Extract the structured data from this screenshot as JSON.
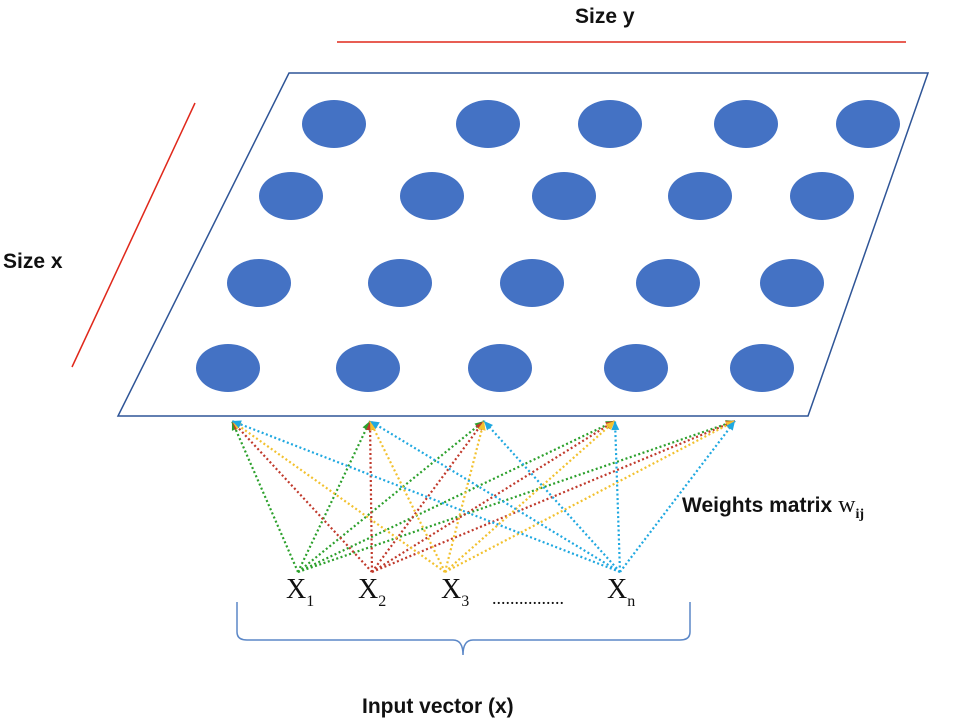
{
  "labels": {
    "size_y": "Size y",
    "size_x": "Size x",
    "weights_matrix": "Weights matrix",
    "weights_symbol": "w",
    "weights_subscript": "ij",
    "input_vector": "Input vector (x)",
    "ellipsis": "................"
  },
  "inputs": [
    {
      "base": "X",
      "sub": "1"
    },
    {
      "base": "X",
      "sub": "2"
    },
    {
      "base": "X",
      "sub": "3"
    },
    {
      "base": "X",
      "sub": "n"
    }
  ],
  "grid": {
    "rows": 4,
    "cols": 5
  },
  "colors": {
    "node_fill": "#4472C4",
    "plane_border": "#2F5597",
    "dimension_line": "#E0281B",
    "brace": "#5B87C7",
    "connection_green": "#2CA02C",
    "connection_red": "#C0392B",
    "connection_yellow": "#F2C12E",
    "connection_blue": "#1FA8E0"
  }
}
